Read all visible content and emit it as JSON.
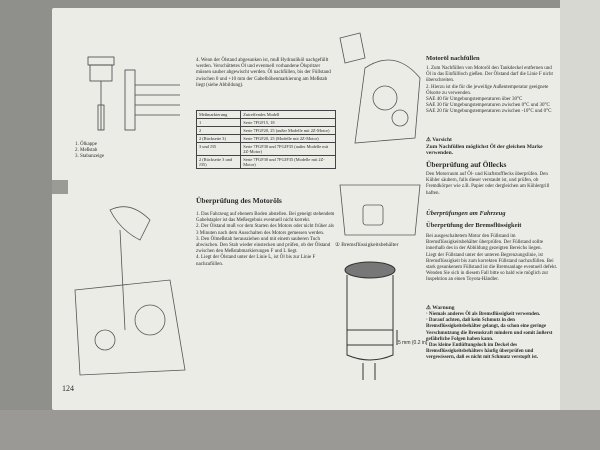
{
  "figure1": {
    "legend": [
      "1. Ölkappe",
      "2. Meßstab",
      "3. Stabanzeige"
    ]
  },
  "intro": "4. Wenn der Ölstand abgesunken ist, muß Hydrauliköl nachgefüllt werden. Verschüttetes Öl und eventuell vorhandene Ölspritzer müssen sauber abgewischt werden. Öl nachfüllen, bis der Füllstand zwischen 0 und +10 mm der Gabelhöhenmarkierung am Meßstab liegt (siehe Abbildung).",
  "table": {
    "headers": [
      "Meßmarkierung",
      "Zutreffendes Modell"
    ],
    "rows": [
      [
        "1",
        "Serie 7FGF15, 18"
      ],
      [
        "2",
        "Serie 7FGF20, 25 (außer Modelle mit 2Z-Motor)"
      ],
      [
        "2 (Rückseite 3)",
        "Serie 7FGF20, 25 (Modelle mit 2Z-Motor)"
      ],
      [
        "3 und J35",
        "Serie 7FGF30 und 7FGJF35 (außer Modelle mit 2Z-Motor)"
      ],
      [
        "2 (Rückseite 3 und J35)",
        "Serie 7FGF30 und 7FGJF35 (Modelle mit 2Z-Motor)"
      ]
    ]
  },
  "motoroel": {
    "heading": "Überprüfung des Motoröls",
    "text": "1. Das Fahrzeug auf ebenem Boden abstellen. Bei geneigt stehendem Gabelstapler ist das Meßergebnis eventuell nicht korrekt.\n2. Der Ölstand muß vor dem Starten des Motors oder nicht früher als 3 Minuten nach dem Ausschalten des Motors gemessen werden.\n3. Den Ölmeßstab herausziehen und mit einem sauberen Tuch abwischen. Den Stab wieder einstecken und prüfen, ob der Ölstand zwischen den Meßstabmarkierungen F und L liegt.\n4. Liegt der Ölstand unter der Linie L, ist Öl bis zur Linie F nachzufüllen."
  },
  "caption": "① Bremsflüssigkeitsbehälter",
  "dimension": "5 mm (0.2 in)",
  "nachfuellen": {
    "heading": "Motoröl nachfüllen",
    "text": "1. Zum Nachfüllen von Motoröl den Tankdeckel entfernen und Öl in das Einfüllloch gießen. Der Ölstand darf die Linie F nicht überschreiten.\n2. Hierzu ist die für die jeweilige Außentemperatur geeignete Ölsorte zu verwenden.\nSAE 40 für Umgebungstemperaturen über 30°C\nSAE 30 für Umgebungstemperaturen zwischen 0°C und 30°C\nSAE 20 für Umgebungstemperaturen zwischen -10°C und 0°C"
  },
  "vorsicht": {
    "label": "⚠ Vorsicht",
    "text": "Zum Nachfüllen möglichst Öl der gleichen Marke verwenden."
  },
  "oellecks": {
    "heading": "Überprüfung auf Öllecks",
    "text": "Den Motorraum auf Öl- und Kraftstofflecks überprüfen. Den Kühler säubern, falls dieser verstaubt ist, und prüfen, ob Fremdkörper wie z.B. Papier oder dergleichen am Kühlergrill haften."
  },
  "fahrzeug": {
    "heading": "Überprüfungen am Fahrzeug"
  },
  "bremse": {
    "heading": "Überprüfung der Bremsflüssigkeit",
    "text": "Bei ausgeschaltetem Motor den Füllstand im Bremsflüssigkeitsbehälter überprüfen. Der Füllstand sollte innerhalb des in der Abbildung gezeigten Bereichs liegen.\nLiegt der Füllstand unter der unteren Begrenzungslinie, ist Bremsflüssigkeit bis zum korrekten Füllstand nachzufüllen. Bei stark gesunkenem Füllstand ist die Bremsanlage eventuell defekt. Wenden Sie sich in diesem Fall bitte so bald wie möglich zur Inspektion an einen Toyota-Händler."
  },
  "warnung": {
    "label": "⚠ Warnung",
    "items": [
      "· Niemals anderes Öl als Bremsflüssigkeit verwenden.",
      "· Darauf achten, daß kein Schmutz in den Bremsflüssigkeitsbehälter gelangt, da schon eine geringe Verschmutzung die Bremskraft mindern und somit äußerst gefährliche Folgen haben kann.",
      "· Das kleine Entlüftungsloch im Deckel des Bremsflüssigkeitsbehälters häufig überprüfen und vergewissern, daß es nicht mit Schmutz verstopft ist."
    ]
  },
  "page_number": "124"
}
